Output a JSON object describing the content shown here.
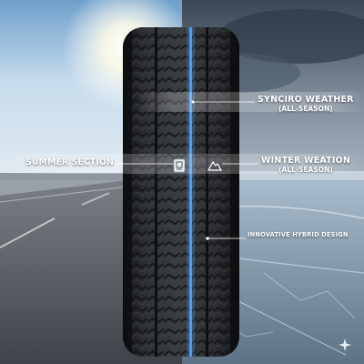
{
  "labels": {
    "summer": "SUMMER SECTION",
    "synciro_line1": "SYNCIRO WEATHER",
    "synciro_line2": "(ALL-SEASON)",
    "winter_line1": "WINTER WEATION",
    "winter_line2": "(ALL-SEASON)",
    "hybrid": "INNOVATIVE HYBRID DESIGN"
  },
  "icons": {
    "summer_badge": "summer-badge-icon",
    "winter_badge": "mountain-snow-icon",
    "sparkle": "sparkle-icon"
  },
  "colors": {
    "sky_summer": "#9cc3e2",
    "sky_winter": "#4d5b6b",
    "tire": "#2a2c2f",
    "accent_blue": "#4aa3ff"
  }
}
